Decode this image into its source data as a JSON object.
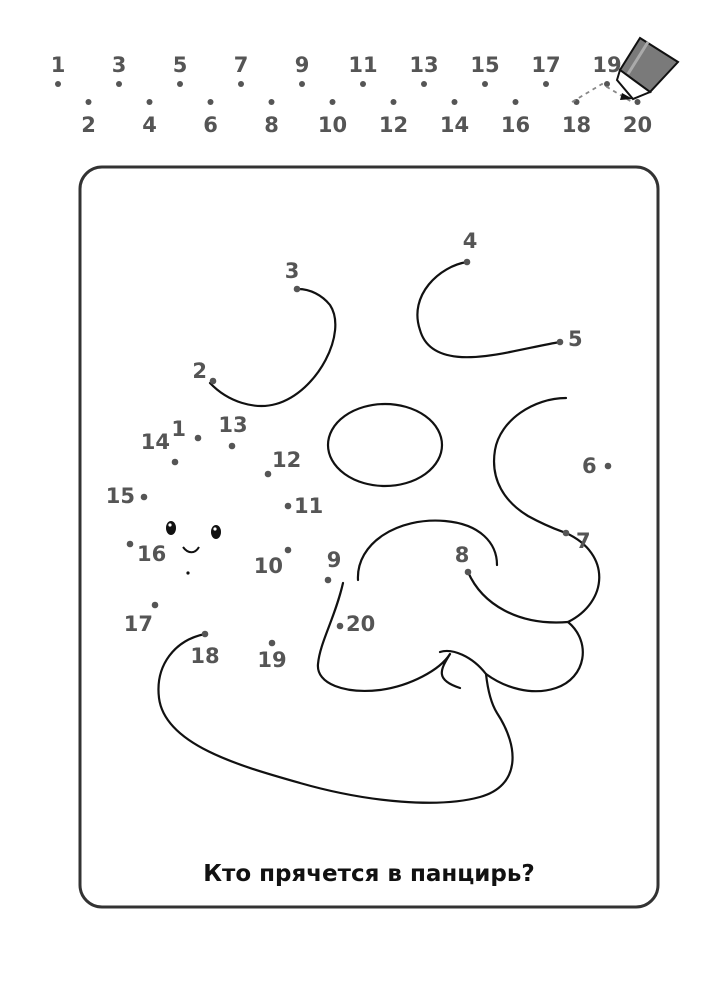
{
  "header_sequence": [
    "1",
    "2",
    "3",
    "4",
    "5",
    "6",
    "7",
    "8",
    "9",
    "10",
    "11",
    "12",
    "13",
    "14",
    "15",
    "16",
    "17",
    "18",
    "19",
    "20"
  ],
  "puzzle_points": [
    "1",
    "2",
    "3",
    "4",
    "5",
    "6",
    "7",
    "8",
    "9",
    "10",
    "11",
    "12",
    "13",
    "14",
    "15",
    "16",
    "17",
    "18",
    "19",
    "20"
  ],
  "caption": "Кто прячется в панцирь?",
  "colors": {
    "ink": "#111111",
    "dot_label": "#555555",
    "pencil_body": "#777777"
  },
  "icons": {
    "pencil": "pencil-icon"
  }
}
